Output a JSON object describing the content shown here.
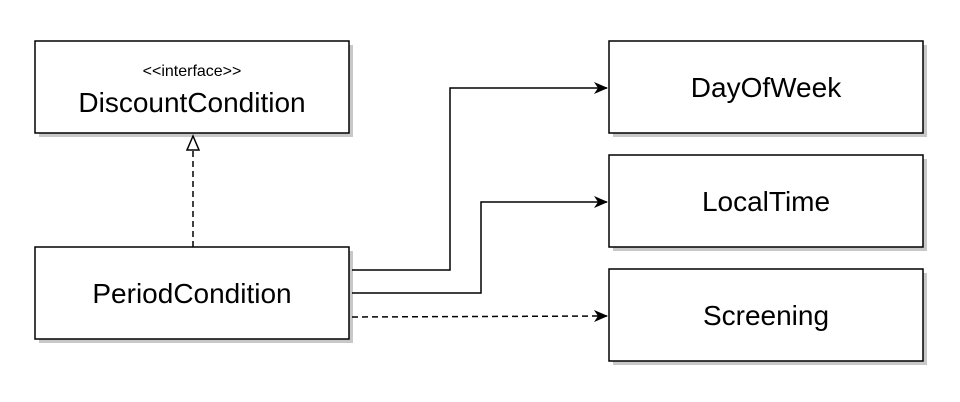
{
  "colors": {
    "stroke": "#000000",
    "fill": "#ffffff",
    "shadow": "#c8c8c8",
    "background": "#ffffff"
  },
  "nodes": {
    "discount_condition": {
      "stereotype": "<<interface>>",
      "name": "DiscountCondition"
    },
    "period_condition": {
      "name": "PeriodCondition"
    },
    "day_of_week": {
      "name": "DayOfWeek"
    },
    "local_time": {
      "name": "LocalTime"
    },
    "screening": {
      "name": "Screening"
    }
  },
  "edges": [
    {
      "from": "period_condition",
      "to": "discount_condition",
      "type": "realization",
      "style": "dashed",
      "arrow": "hollow-triangle"
    },
    {
      "from": "period_condition",
      "to": "day_of_week",
      "type": "association",
      "style": "solid",
      "arrow": "filled"
    },
    {
      "from": "period_condition",
      "to": "local_time",
      "type": "association",
      "style": "solid",
      "arrow": "filled"
    },
    {
      "from": "period_condition",
      "to": "screening",
      "type": "dependency",
      "style": "dashed",
      "arrow": "filled"
    }
  ]
}
